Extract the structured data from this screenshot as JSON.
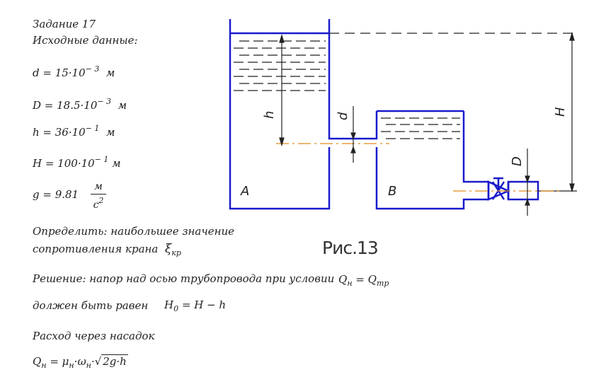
{
  "header": {
    "task": "Задание 17",
    "given": "Исходные данные:"
  },
  "given": {
    "d_lhs": "d  =  15·10",
    "d_exp": "− 3",
    "d_unit": "м",
    "D_lhs": "D  =  18.5·10",
    "D_exp": "− 3",
    "D_unit": "м",
    "h_lhs": "h  =  36·10",
    "h_exp": "− 1",
    "h_unit": "м",
    "H_lhs": "H  =  100·10",
    "H_exp": "− 1",
    "H_unit": "м",
    "g_lhs": "g  =  9.81",
    "g_num": "м",
    "g_den_base": "с",
    "g_den_exp": "2"
  },
  "task_text": {
    "determine_1": "Определить: наибольшее значение",
    "determine_2": "сопротивления крана",
    "xi": "ξ",
    "xi_sub": "кр",
    "solution": "Решение: напор над осью трубопровода при условии",
    "q_h": "Q",
    "q_h_sub": "н",
    "eq": " = Q",
    "q_tp_sub": "тр",
    "must_be": "должен быть равен",
    "h0": "H",
    "h0_sub": "0",
    "h0_rhs": " = H − h",
    "flow": "Расход через насадок",
    "qn": "Q",
    "qn_sub": "н",
    "qn_eq": " = μ",
    "mu_sub": "н",
    "omega": "·ω",
    "omega_sub": "н",
    "dot": "·",
    "sqrt_arg": "2g·h"
  },
  "figure": {
    "caption": "Рис.13",
    "label_A": "A",
    "label_B": "B",
    "label_h": "h",
    "label_d": "d",
    "label_D": "D",
    "label_H": "H",
    "colors": {
      "outline": "#1a1acc",
      "axis": "#e08a1e",
      "dim": "#222222"
    }
  }
}
